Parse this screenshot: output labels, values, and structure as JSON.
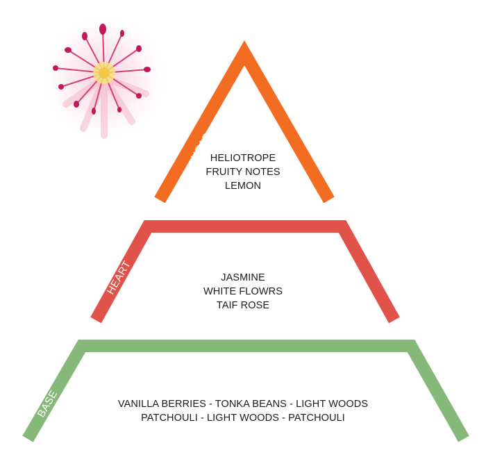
{
  "colors": {
    "head": "#f26c21",
    "heart": "#e0524a",
    "base": "#86b87a"
  },
  "decoration": {
    "icon": "pink-flower-icon"
  },
  "tiers": {
    "head": {
      "label": "HEAD",
      "notes": [
        "HELIOTROPE",
        "FRUITY NOTES",
        "LEMON"
      ]
    },
    "heart": {
      "label": "HEART",
      "notes": [
        "JASMINE",
        "WHITE FLOWRS",
        "TAIF ROSE"
      ]
    },
    "base": {
      "label": "BASE",
      "notes": [
        "VANILLA BERRIES - TONKA BEANS - LIGHT WOODS",
        "PATCHOULI - LIGHT WOODS - PATCHOULI"
      ]
    }
  }
}
